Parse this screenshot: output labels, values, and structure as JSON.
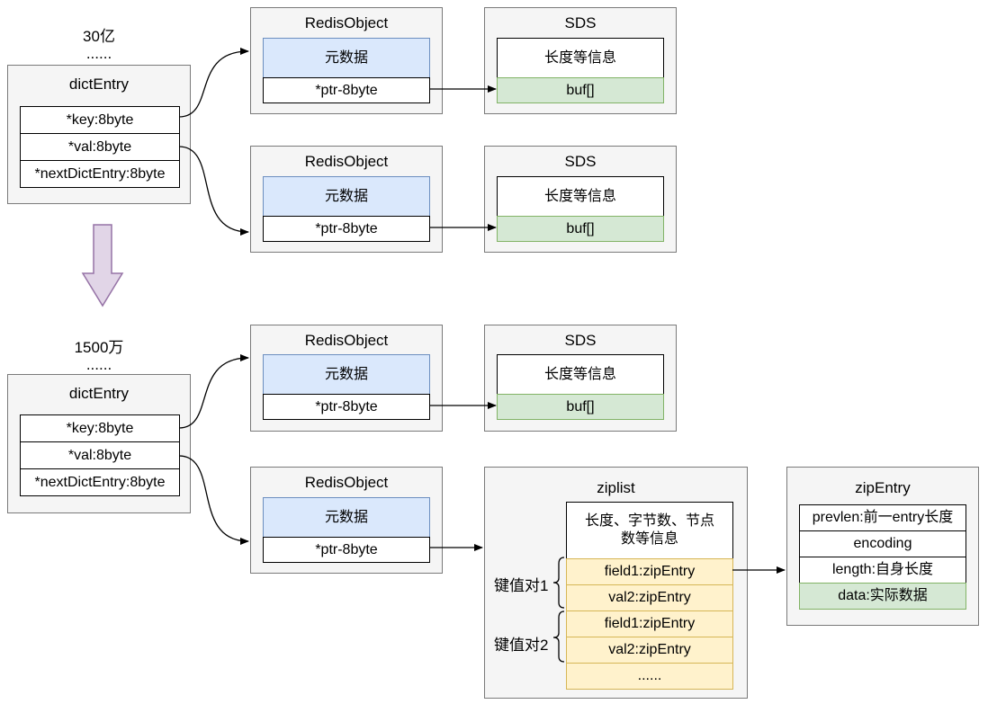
{
  "top": {
    "count": "30亿",
    "dots": "......",
    "dict": {
      "title": "dictEntry",
      "key": "*key:8byte",
      "val": "*val:8byte",
      "next": "*nextDictEntry:8byte"
    },
    "robj1": {
      "title": "RedisObject",
      "meta": "元数据",
      "ptr": "*ptr-8byte"
    },
    "sds1": {
      "title": "SDS",
      "info": "长度等信息",
      "buf": "buf[]"
    },
    "robj2": {
      "title": "RedisObject",
      "meta": "元数据",
      "ptr": "*ptr-8byte"
    },
    "sds2": {
      "title": "SDS",
      "info": "长度等信息",
      "buf": "buf[]"
    }
  },
  "bottom": {
    "count": "1500万",
    "dots": "......",
    "dict": {
      "title": "dictEntry",
      "key": "*key:8byte",
      "val": "*val:8byte",
      "next": "*nextDictEntry:8byte"
    },
    "robj1": {
      "title": "RedisObject",
      "meta": "元数据",
      "ptr": "*ptr-8byte"
    },
    "sds1": {
      "title": "SDS",
      "info": "长度等信息",
      "buf": "buf[]"
    },
    "robj2": {
      "title": "RedisObject",
      "meta": "元数据",
      "ptr": "*ptr-8byte"
    },
    "ziplist": {
      "title": "ziplist",
      "header_line1": "长度、字节数、节点",
      "header_line2": "数等信息",
      "pair1_label": "键值对1",
      "pair2_label": "键值对2",
      "entries": [
        "field1:zipEntry",
        "val2:zipEntry",
        "field1:zipEntry",
        "val2:zipEntry",
        "......"
      ]
    },
    "zipentry": {
      "title": "zipEntry",
      "prevlen": "prevlen:前一entry长度",
      "encoding": "encoding",
      "length": "length:自身长度",
      "data": "data:实际数据"
    }
  },
  "colors": {
    "group_bg": "#f5f5f5",
    "meta_blue": "#dae8fc",
    "buf_green": "#d5e8d4",
    "entry_yellow": "#fff2cc",
    "transition_arrow": "#e1d5e7"
  }
}
